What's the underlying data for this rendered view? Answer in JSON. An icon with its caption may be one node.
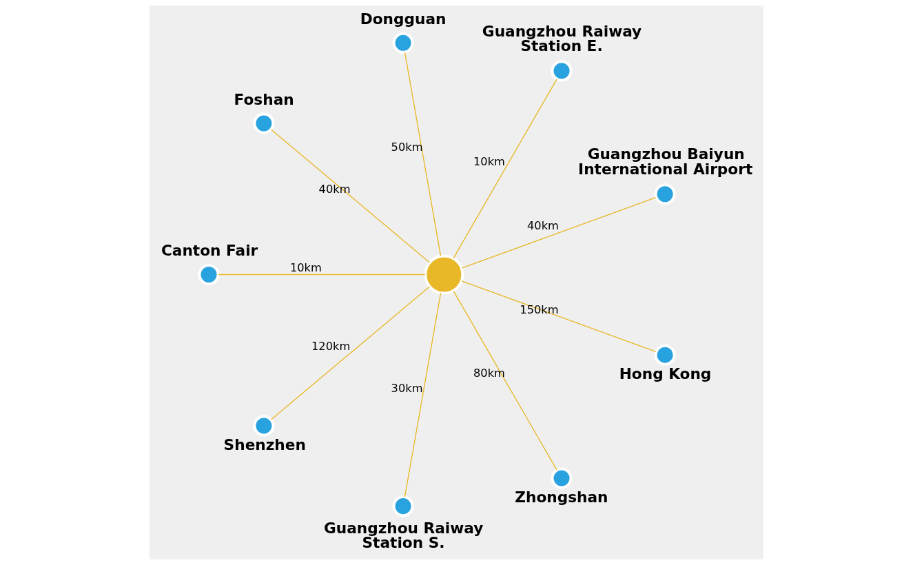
{
  "diagram": {
    "nodes": [
      {
        "text": [],
        "shape": "circle"
      },
      {
        "text": [],
        "shape": "circle",
        "beside": [
          "Guangzhou Baiyun International Airport"
        ]
      },
      {
        "text": [],
        "shape": "circle",
        "beside": [
          "Guangzhou Raiway Station E."
        ]
      },
      {
        "text": [],
        "shape": "circle",
        "beside": [
          "Dongguan"
        ]
      },
      {
        "text": [],
        "shape": "circle",
        "beside": [
          "Foshan"
        ]
      },
      {
        "text": [],
        "shape": "circle",
        "beside": [
          "Canton Fair"
        ]
      },
      {
        "text": [],
        "shape": "circle",
        "beside": [
          "Shenzhen"
        ]
      },
      {
        "text": [],
        "shape": "circle",
        "beside": [
          "Guangzhou Raiway Station S."
        ]
      },
      {
        "text": [],
        "shape": "circle",
        "beside": [
          "Zhongshan"
        ]
      },
      {
        "text": [],
        "shape": "circle",
        "beside": [
          "Hong Kong"
        ]
      }
    ],
    "edges": [
      {
        "from": 0,
        "to": 1,
        "arrow": "none",
        "label": "40km"
      },
      {
        "from": 0,
        "to": 2,
        "arrow": "none",
        "label": "10km"
      },
      {
        "from": 0,
        "to": 3,
        "arrow": "none",
        "label": "50km"
      },
      {
        "from": 0,
        "to": 4,
        "arrow": "none",
        "label": "40km"
      },
      {
        "from": 0,
        "to": 5,
        "arrow": "none",
        "label": "10km"
      },
      {
        "from": 0,
        "to": 6,
        "arrow": "none",
        "label": "120km"
      },
      {
        "from": 0,
        "to": 7,
        "arrow": "none",
        "label": "30km"
      },
      {
        "from": 0,
        "to": 8,
        "arrow": "none",
        "label": "80km"
      },
      {
        "from": 0,
        "to": 9,
        "arrow": "none",
        "label": "150km"
      }
    ]
  }
}
